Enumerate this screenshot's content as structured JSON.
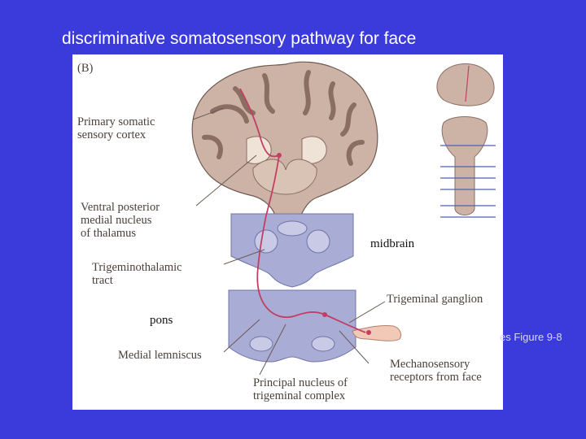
{
  "slide": {
    "title": "discriminative somatosensory pathway for face",
    "caption": "es Figure 9-8"
  },
  "figure": {
    "panel_label": "(B)",
    "labels": {
      "cortex": [
        "Primary somatic",
        "sensory cortex"
      ],
      "vpm": [
        "Ventral posterior",
        "medial nucleus",
        "of thalamus"
      ],
      "tract": [
        "Trigeminothalamic",
        "tract"
      ],
      "lemniscus": [
        "Medial lemniscus"
      ],
      "ganglion": [
        "Trigeminal ganglion"
      ],
      "receptors": [
        "Mechanosensory",
        "receptors from face"
      ],
      "principal": [
        "Principal nucleus of",
        "trigeminal complex"
      ]
    },
    "overlays": {
      "midbrain": "midbrain",
      "pons": "pons"
    },
    "colors": {
      "background": "#3b3bdc",
      "pathway": "#c23f63",
      "brain_tissue": "#cdb3a5",
      "section_stain": "#a9acd4"
    }
  }
}
